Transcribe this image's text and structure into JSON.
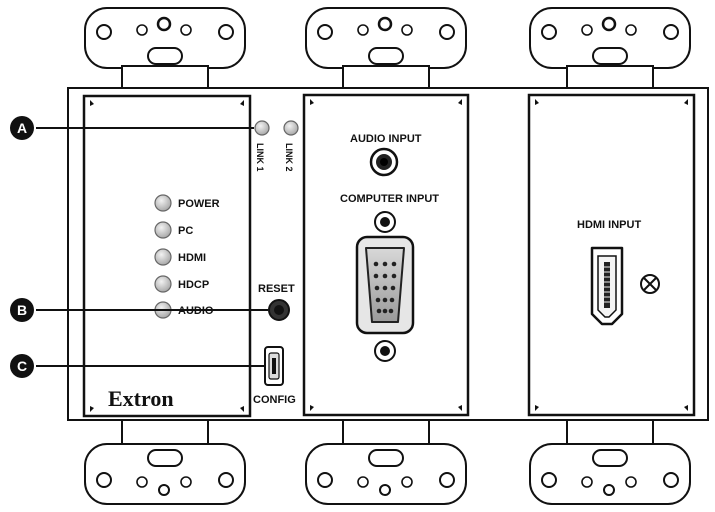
{
  "panel": {
    "brand": "Extron",
    "leds": [
      "POWER",
      "PC",
      "HDMI",
      "HDCP",
      "AUDIO"
    ],
    "link_leds": [
      "LINK 1",
      "LINK 2"
    ],
    "reset_label": "RESET",
    "config_label": "CONFIG",
    "audio_input_label": "AUDIO INPUT",
    "computer_input_label": "COMPUTER INPUT",
    "hdmi_input_label": "HDMI INPUT"
  },
  "callouts": [
    "A",
    "B",
    "C"
  ]
}
